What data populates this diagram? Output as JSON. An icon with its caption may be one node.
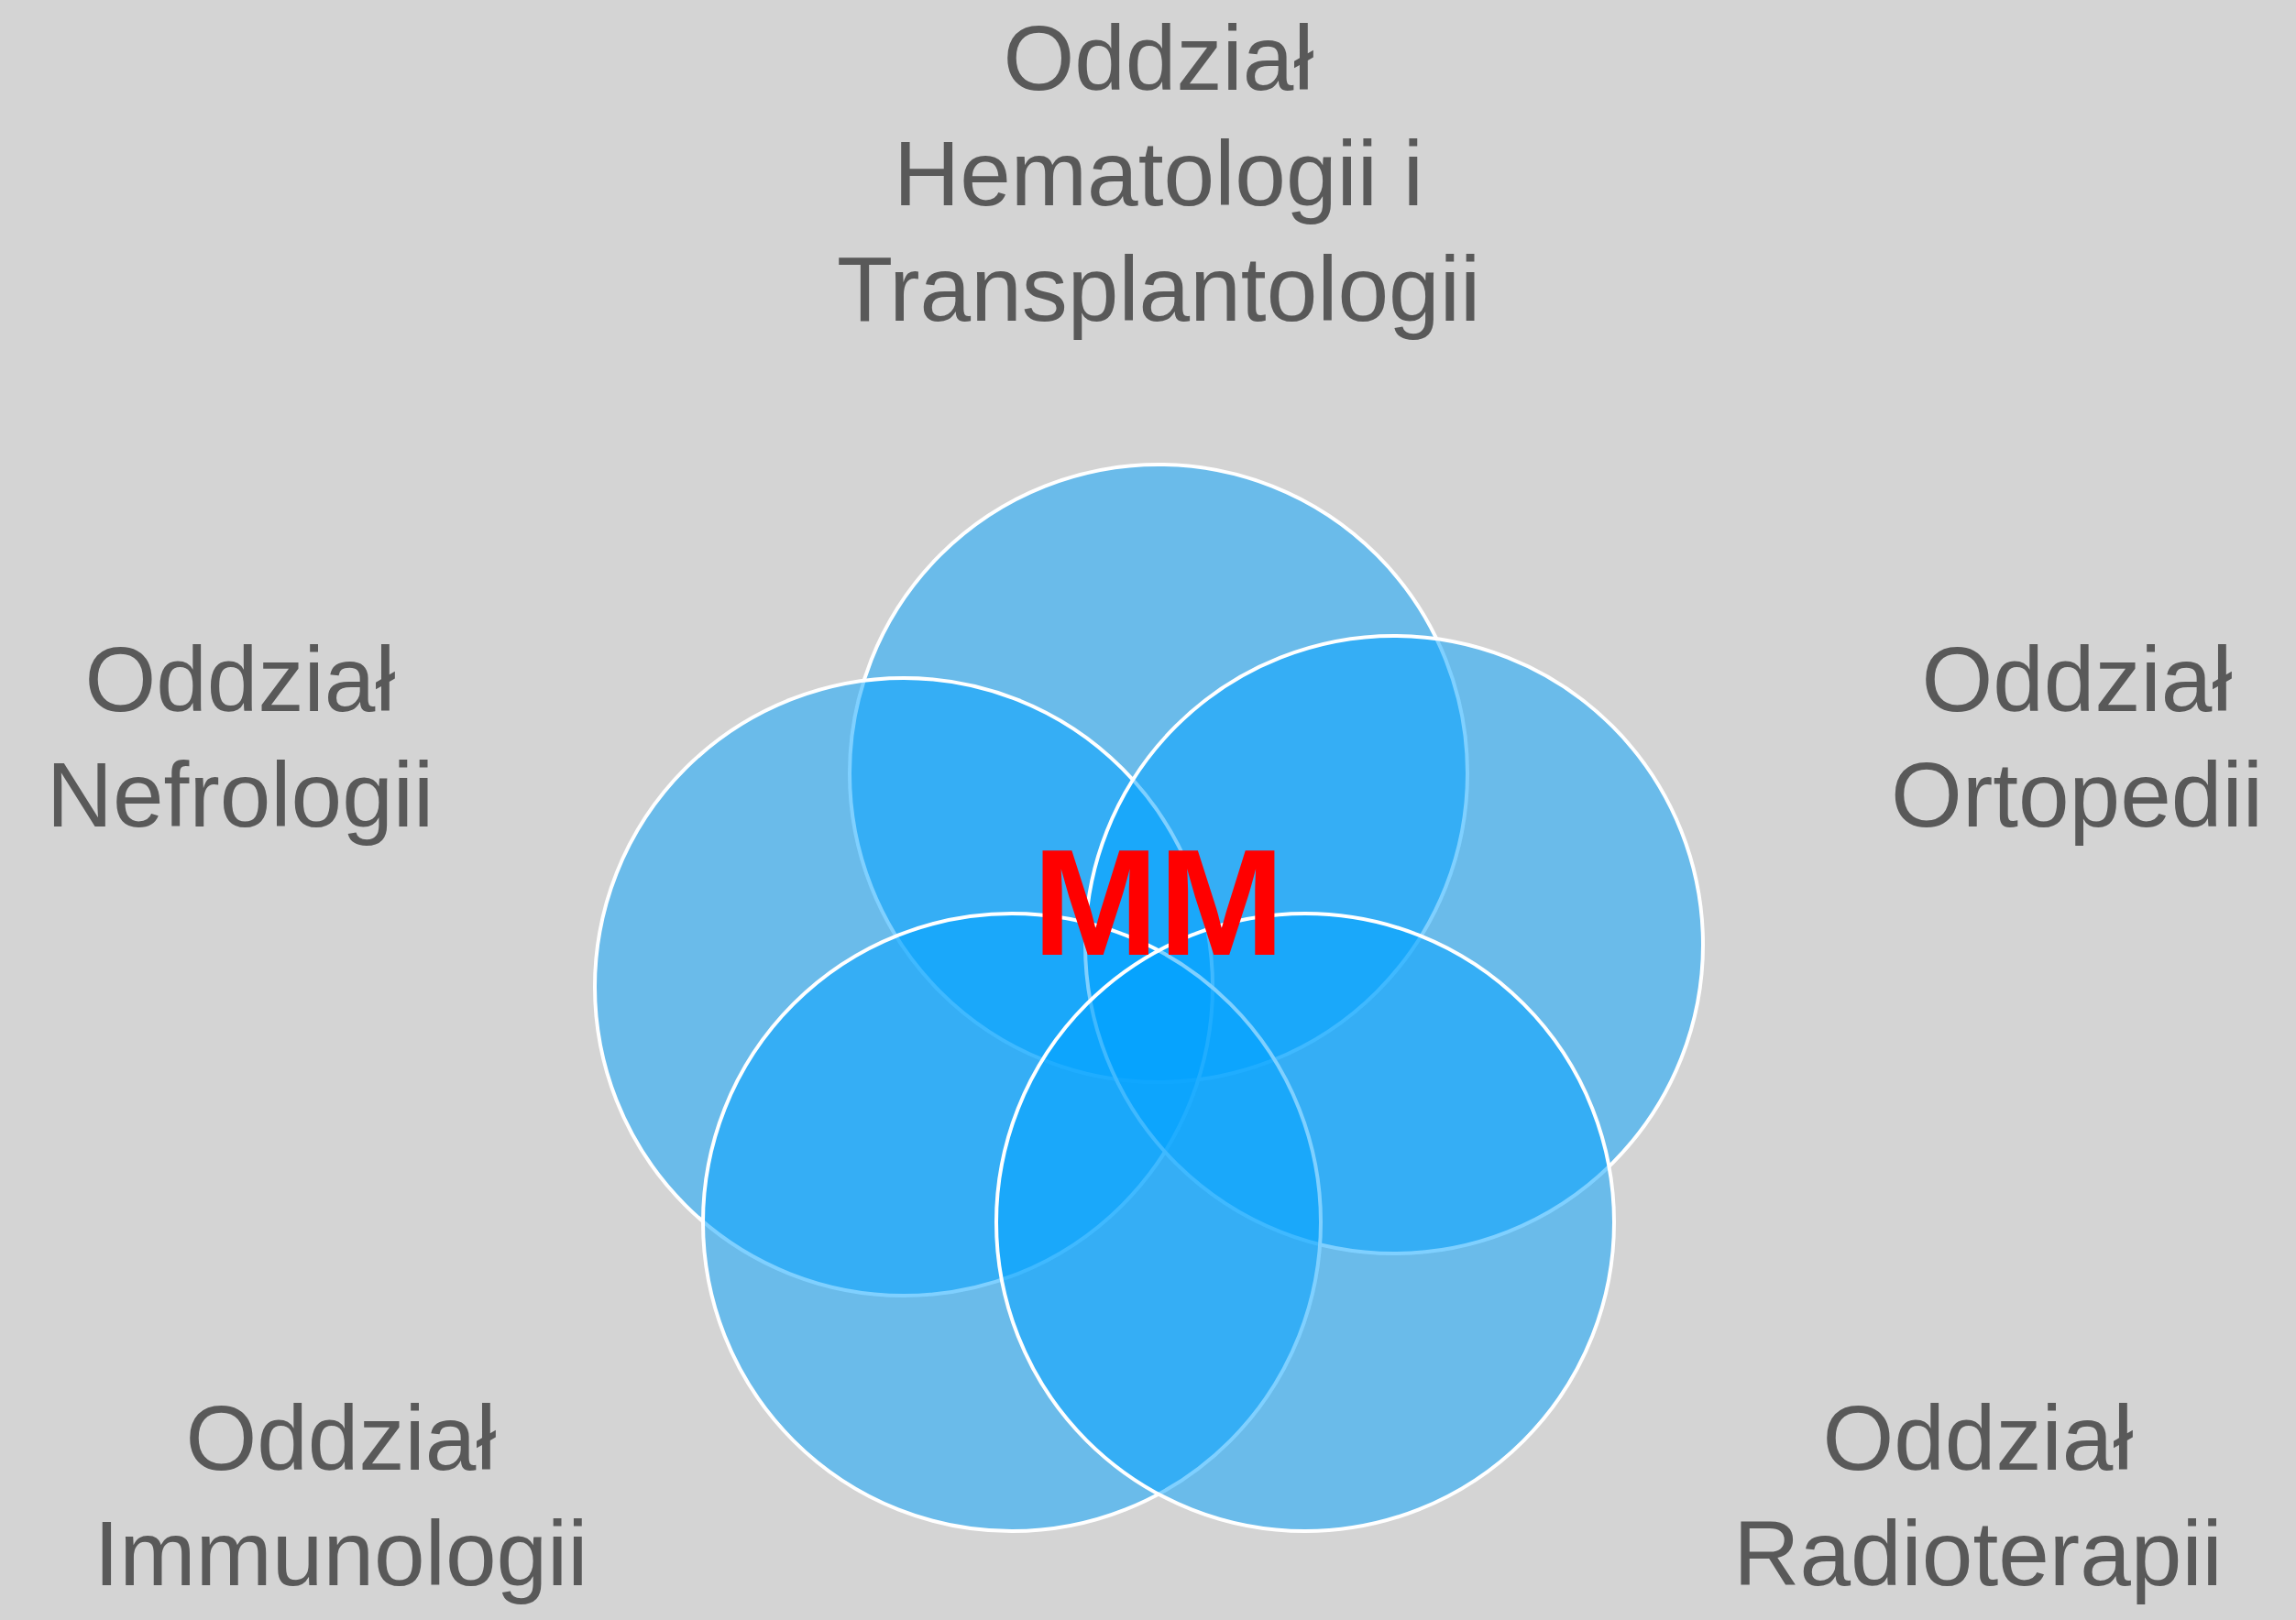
{
  "diagram": {
    "nodes": [
      {
        "text": [
          "Oddział Hematologii i Transplantologii"
        ]
      },
      {
        "text": [
          "Oddział Nefrologii"
        ]
      },
      {
        "text": [
          "Oddział Ortopedii"
        ]
      },
      {
        "text": [
          "Oddział Immunologii"
        ]
      },
      {
        "text": [
          "Oddział Radioterapii"
        ]
      }
    ],
    "edges": [],
    "labels": [
      "MM"
    ]
  }
}
